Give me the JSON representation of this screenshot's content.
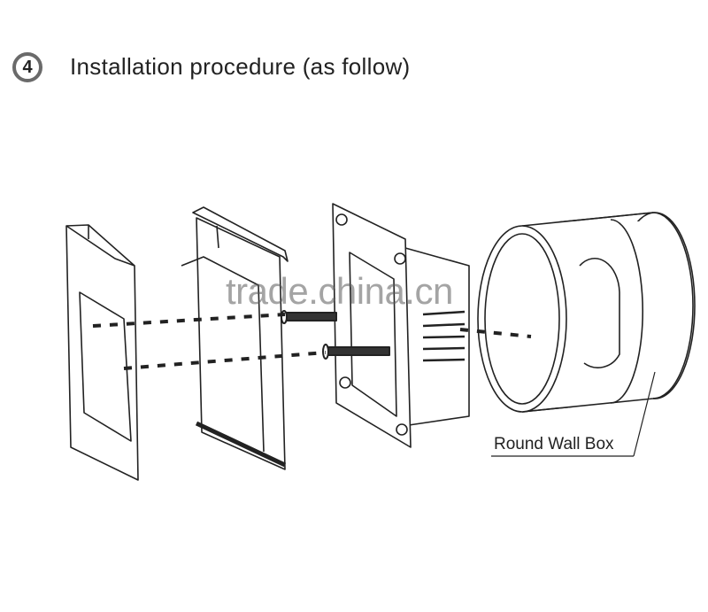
{
  "header": {
    "step_number": "4",
    "title": "Installation procedure (as follow)"
  },
  "diagram": {
    "part_label": "Round Wall Box",
    "watermark": "trade.china.cn"
  }
}
